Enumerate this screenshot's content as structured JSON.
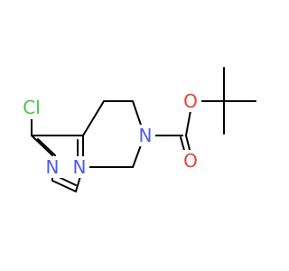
{
  "molecule": {
    "atoms": [
      {
        "id": "Cl",
        "label": "Cl",
        "color": "#4ec24e"
      },
      {
        "id": "N1",
        "label": "N",
        "color": "#4b5ee8"
      },
      {
        "id": "N2",
        "label": "N",
        "color": "#4b5ee8"
      },
      {
        "id": "N3",
        "label": "N",
        "color": "#4b5ee8"
      },
      {
        "id": "O1",
        "label": "O",
        "color": "#e8413c"
      },
      {
        "id": "O2",
        "label": "O",
        "color": "#e8413c"
      }
    ]
  }
}
